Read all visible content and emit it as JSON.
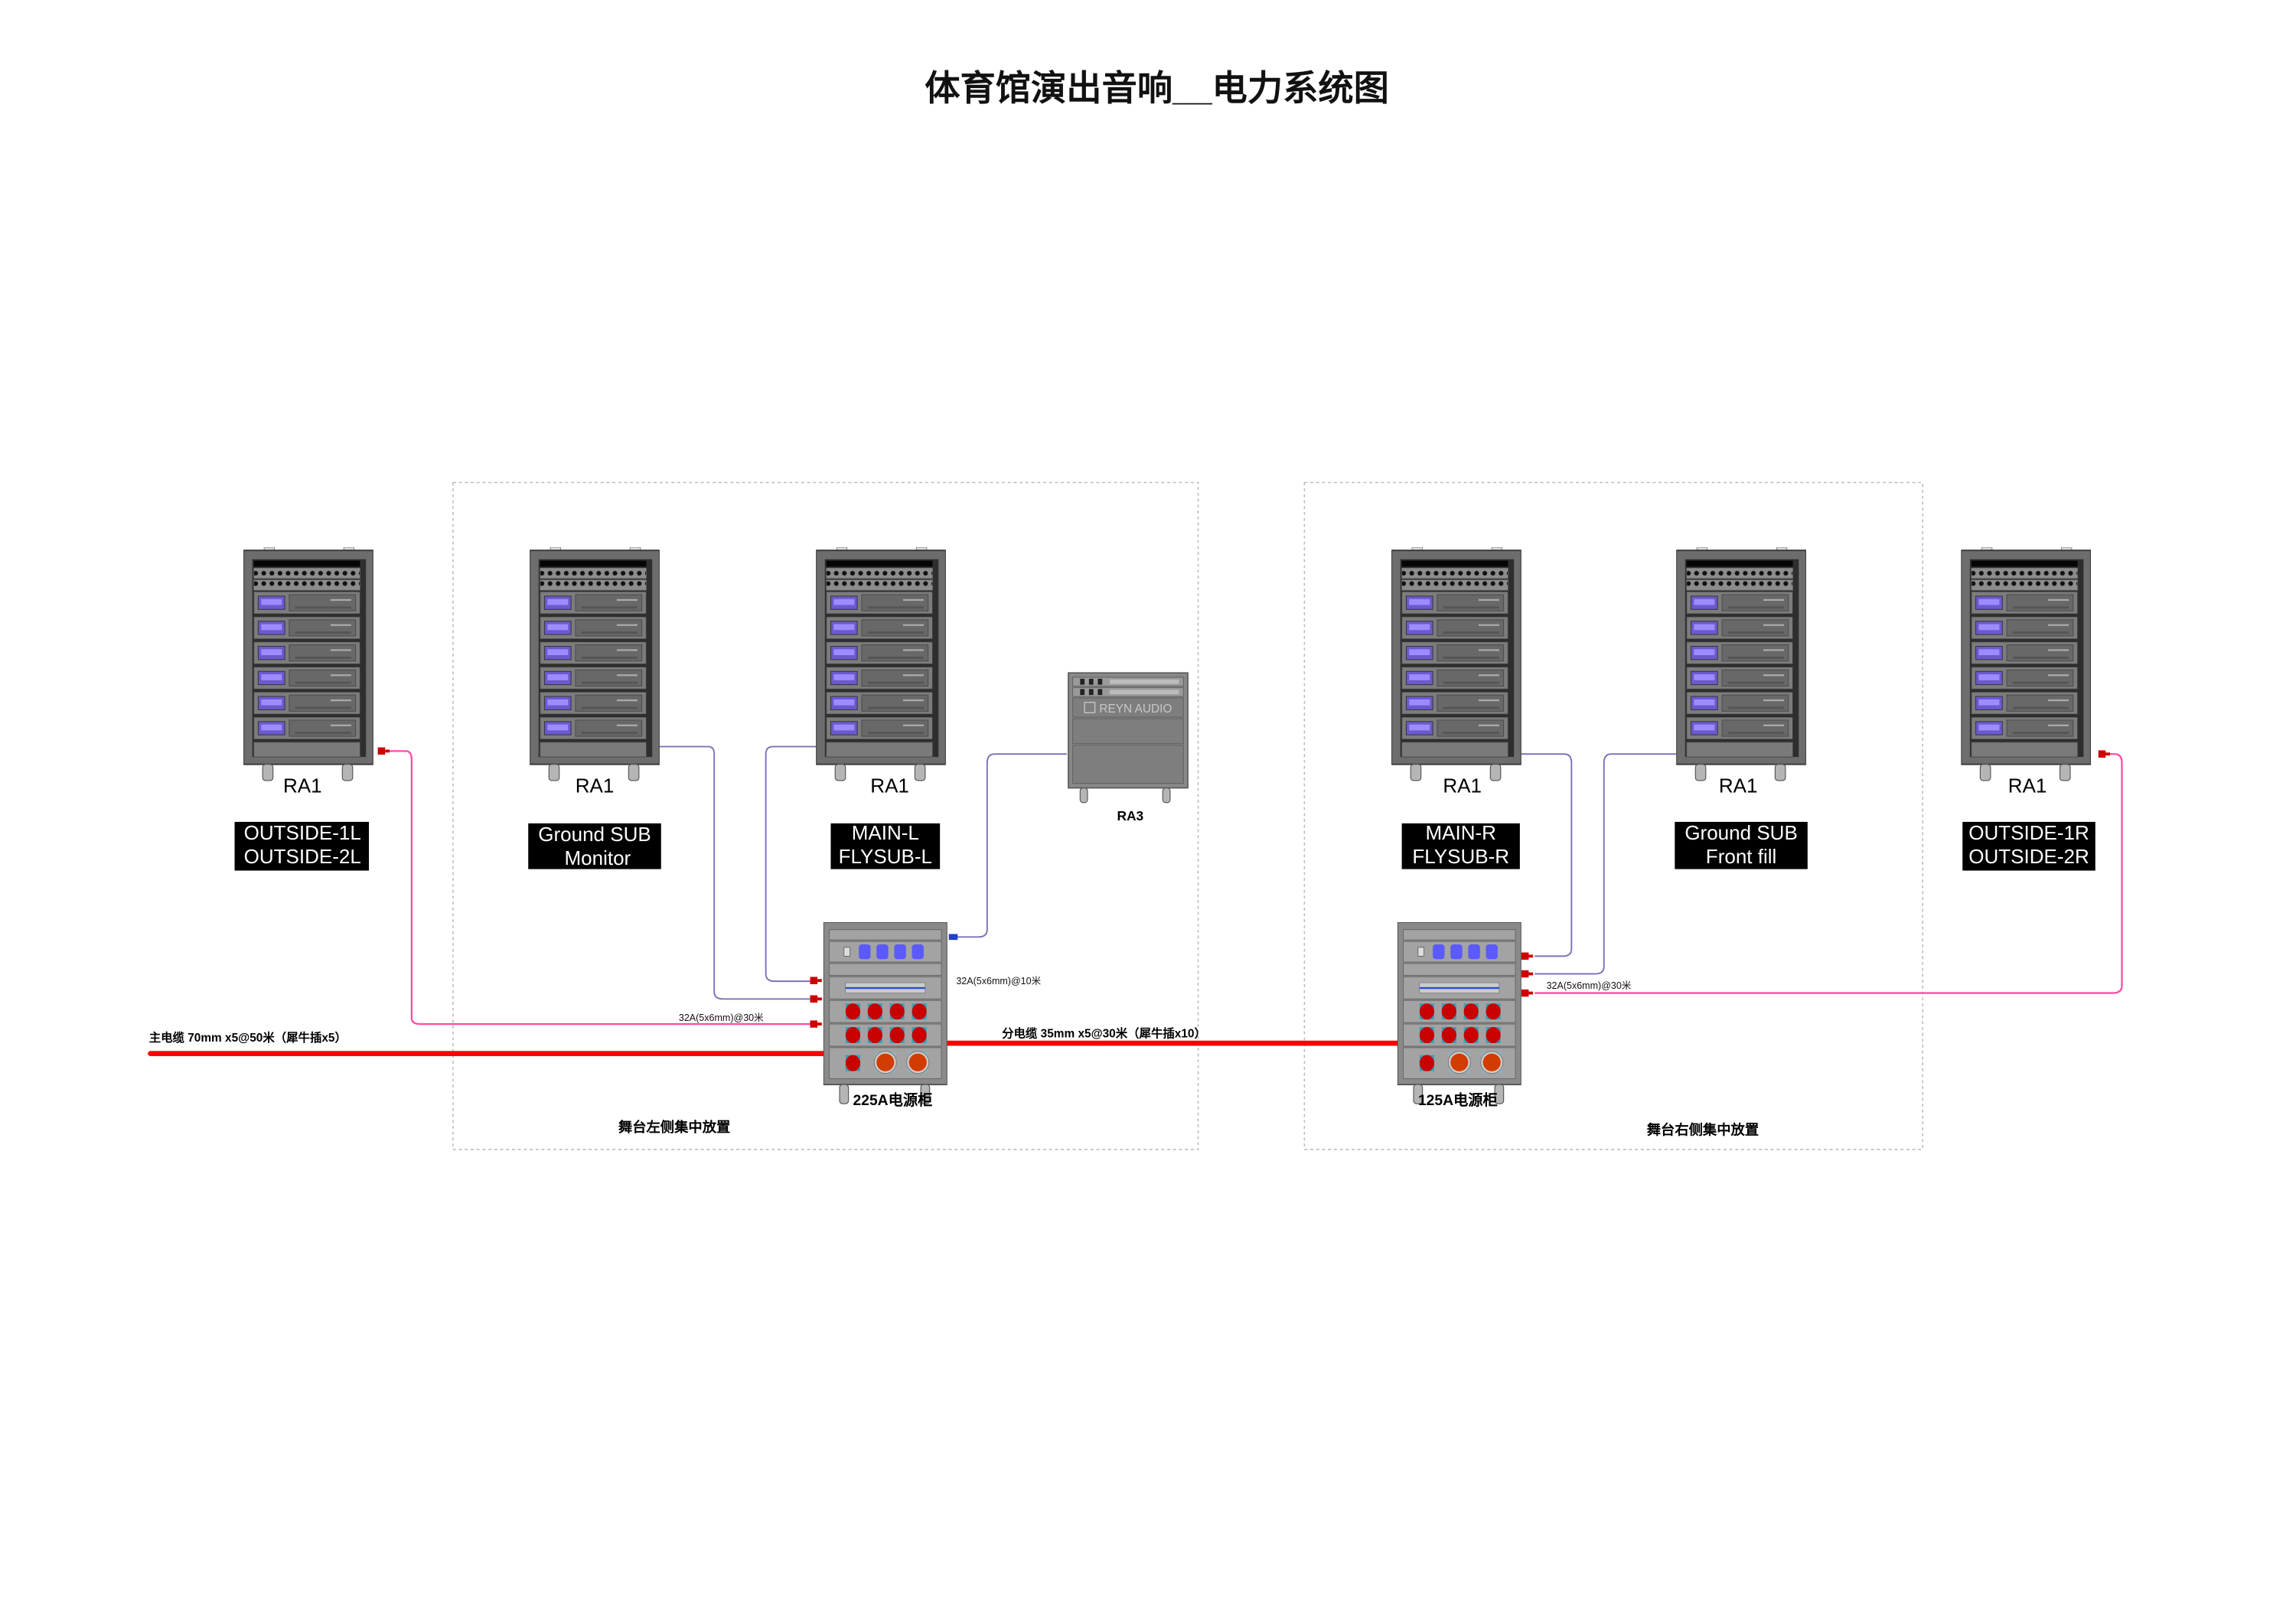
{
  "title": "体育馆演出音响__电力系统图",
  "racks": [
    {
      "name": "RA1",
      "label": [
        "OUTSIDE-1L",
        "OUTSIDE-2L"
      ]
    },
    {
      "name": "RA1",
      "label": [
        "Ground SUB",
        "Monitor"
      ]
    },
    {
      "name": "RA1",
      "label": [
        "MAIN-L",
        "FLYSUB-L"
      ]
    },
    {
      "name": "RA1",
      "label": [
        "MAIN-R",
        "FLYSUB-R"
      ]
    },
    {
      "name": "RA1",
      "label": [
        "Ground SUB",
        "Front fill"
      ]
    },
    {
      "name": "RA1",
      "label": [
        "OUTSIDE-1R",
        "OUTSIDE-2R"
      ]
    }
  ],
  "ra3": {
    "name": "RA3",
    "brand": "REYN AUDIO"
  },
  "cabinets": {
    "left": "225A电源柜",
    "right": "125A电源柜"
  },
  "zones": {
    "left": "舞台左侧集中放置",
    "right": "舞台右侧集中放置"
  },
  "cables": {
    "main": "主电缆 70mm x5@50米（犀牛插x5）",
    "sub": "分电缆 35mm x5@30米（犀牛插x10）",
    "left_32a_30": "32A(5x6mm)@30米",
    "left_32a_10": "32A(5x6mm)@10米",
    "right_32a_30": "32A(5x6mm)@30米"
  },
  "colors": {
    "power_cable": "#ff0000",
    "pink_cable": "#ff4da6",
    "purple_cable": "#7b74b8",
    "label_bg": "#000000"
  }
}
